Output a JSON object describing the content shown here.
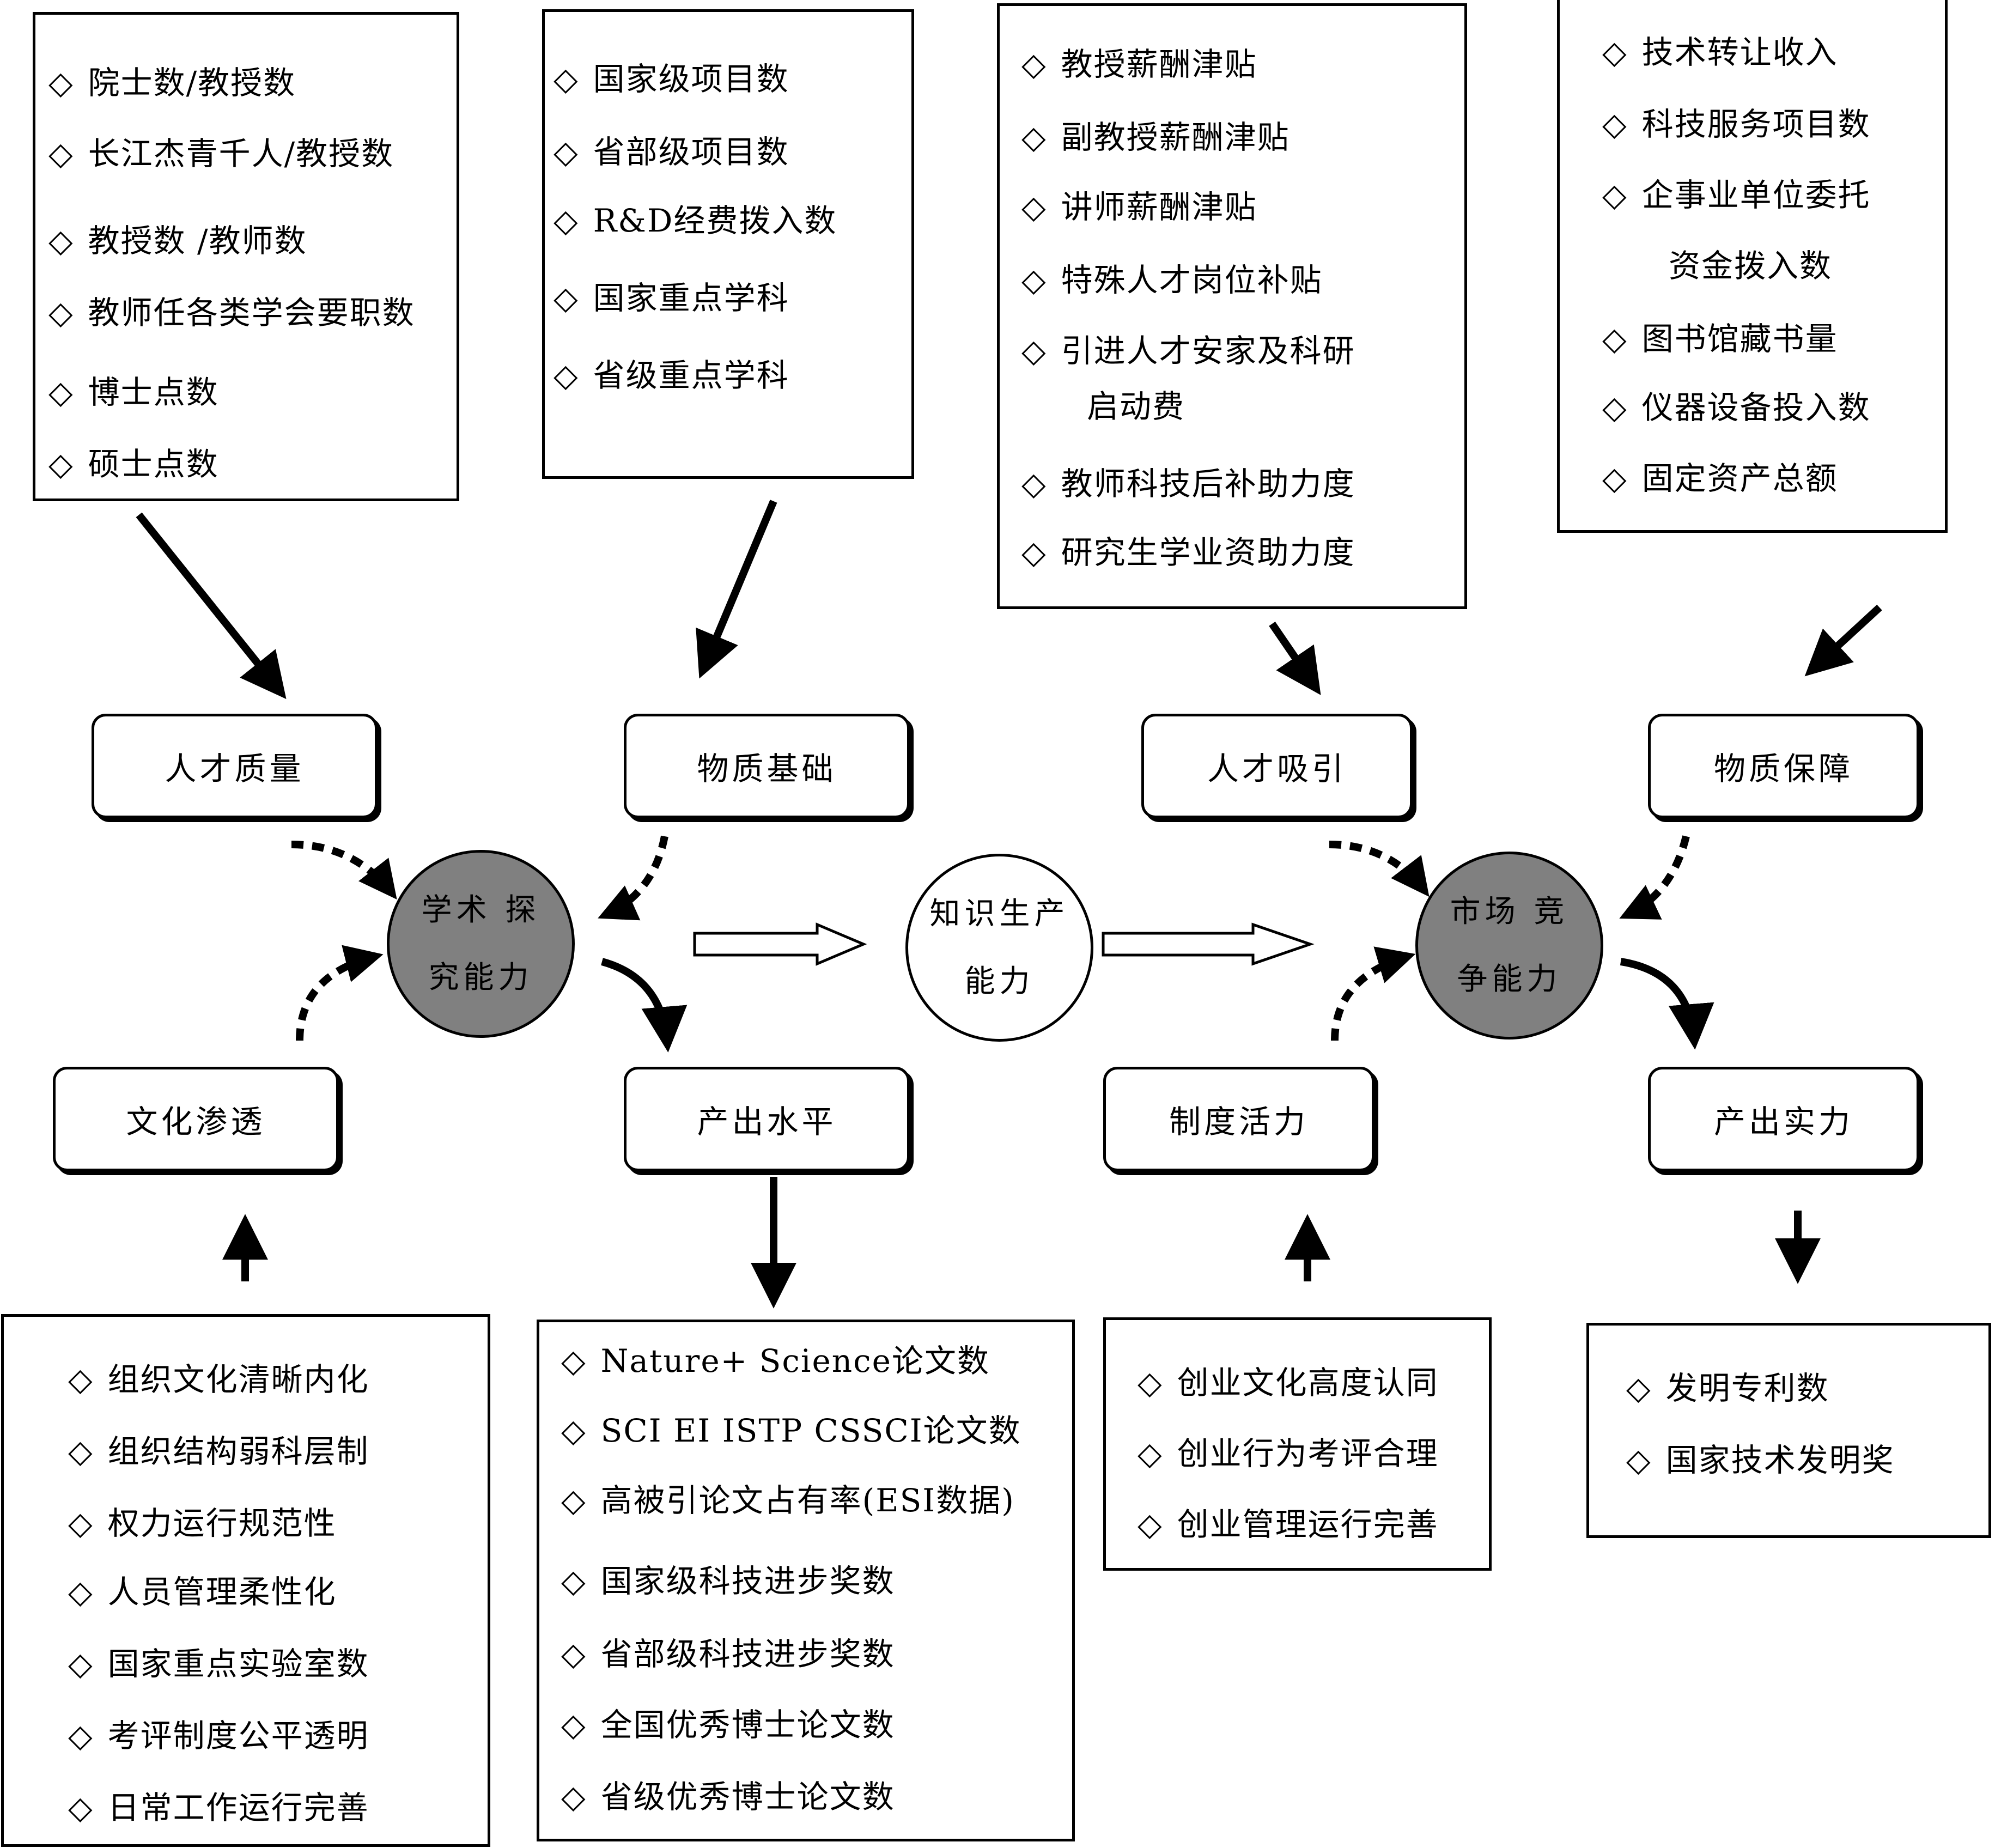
{
  "colors": {
    "line": "#000000",
    "core_fill": "#808080",
    "background": "#ffffff"
  },
  "icons": {
    "bullet": "diamond-bullet-icon"
  },
  "boxes": {
    "talent_quality_indicators": {
      "bullet": "◇",
      "items": [
        "院士数/教授数",
        "长江杰青千人/教授数",
        "教授数 /教师数",
        "教师任各类学会要职数",
        "博士点数",
        "硕士点数"
      ]
    },
    "material_basis_indicators": {
      "bullet": "◇",
      "items": [
        "国家级项目数",
        "省部级项目数",
        "R&D经费拨入数",
        "国家重点学科",
        "省级重点学科"
      ]
    },
    "talent_attraction_indicators": {
      "bullet": "◇",
      "items": [
        "教授薪酬津贴",
        "副教授薪酬津贴",
        "讲师薪酬津贴",
        "特殊人才岗位补贴",
        "引进人才安家及科研",
        "启动费",
        "教师科技后补助力度",
        "研究生学业资助力度"
      ]
    },
    "material_guarantee_indicators": {
      "bullet": "◇",
      "items": [
        "技术转让收入",
        "科技服务项目数",
        "企事业单位委托",
        "资金拨入数",
        "图书馆藏书量",
        "仪器设备投入数",
        "固定资产总额"
      ]
    },
    "culture_indicators": {
      "bullet": "◇",
      "items": [
        "组织文化清晰内化",
        "组织结构弱科层制",
        "权力运行规范性",
        "人员管理柔性化",
        "国家重点实验室数",
        "考评制度公平透明",
        "日常工作运行完善"
      ]
    },
    "output_level_indicators": {
      "bullet": "◇",
      "items": [
        "Nature+ Science论文数",
        "SCI EI ISTP CSSCI论文数",
        "高被引论文占有率(ESI数据)",
        "国家级科技进步奖数",
        "省部级科技进步奖数",
        "全国优秀博士论文数",
        "省级优秀博士论文数"
      ]
    },
    "institution_indicators": {
      "bullet": "◇",
      "items": [
        "创业文化高度认同",
        "创业行为考评合理",
        "创业管理运行完善"
      ]
    },
    "output_strength_indicators": {
      "bullet": "◇",
      "items": [
        "发明专利数",
        "国家技术发明奖"
      ]
    }
  },
  "nodes": {
    "talent_quality": "人才质量",
    "material_basis": "物质基础",
    "talent_attraction": "人才吸引",
    "material_guarantee": "物质保障",
    "culture_penetration": "文化渗透",
    "output_level": "产出水平",
    "institution_vitality": "制度活力",
    "output_strength": "产出实力"
  },
  "circles": {
    "academic": {
      "line1": "学术 探",
      "line2": "究能力"
    },
    "knowledge": {
      "line1": "知识生产",
      "line2": "能力"
    },
    "market": {
      "line1": "市场 竞",
      "line2": "争能力"
    }
  }
}
